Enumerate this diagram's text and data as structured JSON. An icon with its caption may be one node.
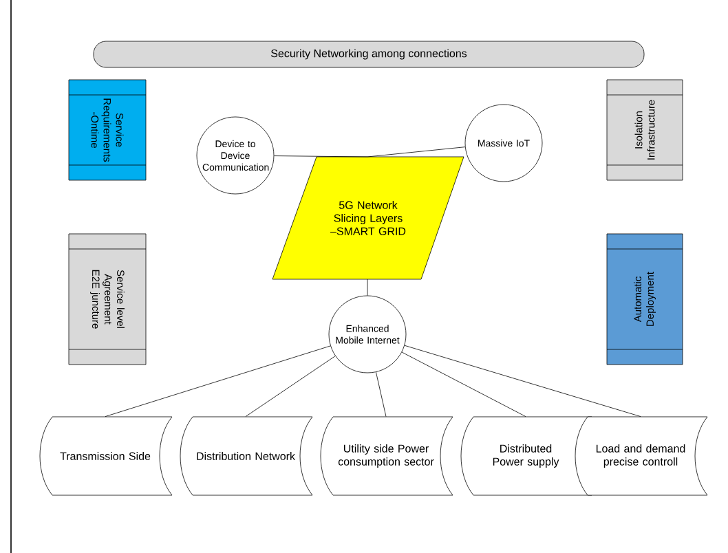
{
  "diagram": {
    "nodes": [
      {
        "text": [
          "Security Networking among connections"
        ]
      },
      {
        "text": [
          "Service Requirements -Ontime"
        ]
      },
      {
        "text": [
          "Device to Device Communication"
        ]
      },
      {
        "text": [
          "Massive IoT"
        ]
      },
      {
        "text": [
          "Isolation Infrastructure"
        ]
      },
      {
        "text": [
          "5G Network Slicing Layers –SMART GRID"
        ]
      },
      {
        "text": [
          "Service level Agreement E2E juncture"
        ]
      },
      {
        "text": [
          "Automatic Deployment"
        ]
      },
      {
        "text": [
          "Enhanced Mobile Internet"
        ]
      },
      {
        "text": [
          "Transmission Side"
        ]
      },
      {
        "text": [
          "Distribution Network"
        ]
      },
      {
        "text": [
          "Utility side Power consumption sector"
        ]
      },
      {
        "text": [
          "Distributed Power supply"
        ]
      },
      {
        "text": [
          "Load and demand precise controll"
        ]
      }
    ],
    "edges": [
      {
        "from": 2,
        "to": 5,
        "arrow": "none"
      },
      {
        "from": 3,
        "to": 5,
        "arrow": "none"
      },
      {
        "from": 5,
        "to": 8,
        "arrow": "none"
      },
      {
        "from": 8,
        "to": 9,
        "arrow": "none"
      },
      {
        "from": 8,
        "to": 10,
        "arrow": "none"
      },
      {
        "from": 8,
        "to": 11,
        "arrow": "none"
      },
      {
        "from": 8,
        "to": 12,
        "arrow": "none"
      },
      {
        "from": 8,
        "to": 13,
        "arrow": "none"
      }
    ]
  }
}
